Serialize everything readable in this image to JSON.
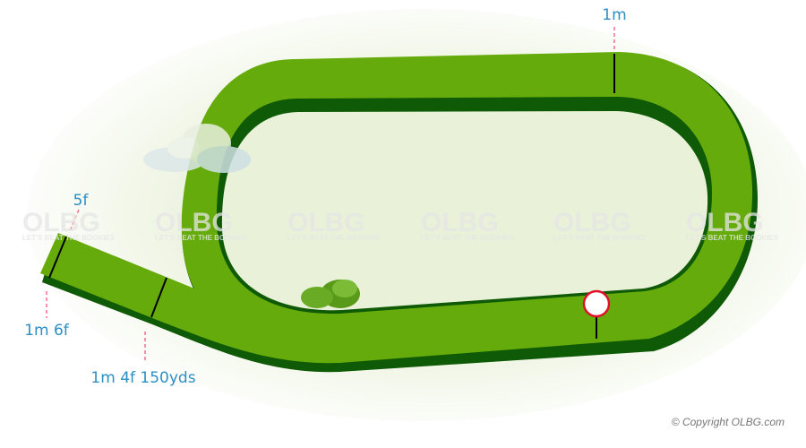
{
  "labels": {
    "one_mile": "1m",
    "five_furlongs": "5f",
    "one_mile_six": "1m 6f",
    "one_mile_four_150": "1m 4f 150yds"
  },
  "watermark": {
    "brand": "OLBG",
    "tagline": "LET'S BEAT THE BOOKIES"
  },
  "copyright": "© Copyright OLBG.com",
  "colors": {
    "track": "#66ab0c",
    "track_shadow": "#0f5a06",
    "label": "#2b8fc4",
    "marker_line": "#f07090",
    "winning_post": "#e0102a"
  }
}
